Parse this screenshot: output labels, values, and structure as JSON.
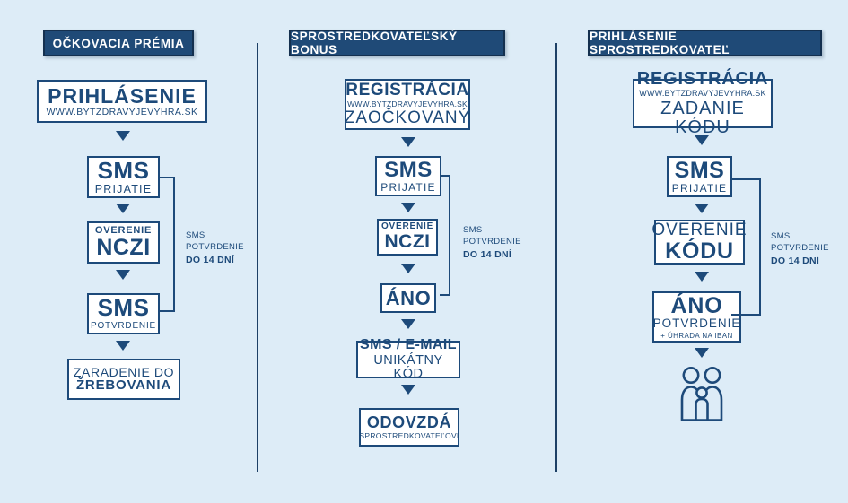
{
  "colors": {
    "background": "#ddecf7",
    "navy": "#1d4a7a",
    "header_fill": "#1f4a77",
    "header_border": "#14304f",
    "box_fill": "#ffffff"
  },
  "columns": [
    {
      "header": "OČKOVACIA PRÉMIA",
      "boxes": {
        "login": {
          "title": "PRIHLÁSENIE",
          "subtitle": "WWW.BYTZDRAVYJEVYHRA.SK"
        },
        "sms_prijatie": {
          "title": "SMS",
          "subtitle": "PRIJATIE"
        },
        "overenie_nczi": {
          "top": "OVERENIE",
          "title": "NCZI"
        },
        "sms_potvrdenie": {
          "title": "SMS",
          "subtitle": "POTVRDENIE"
        },
        "zaradenie": {
          "top": "ZARADENIE DO",
          "title": "ŽREBOVANIA"
        }
      },
      "note": {
        "line1": "SMS POTVRDENIE",
        "line2": "DO 14 DNÍ"
      }
    },
    {
      "header": "SPROSTREDKOVATEĽSKÝ BONUS",
      "boxes": {
        "registracia": {
          "title": "REGISTRÁCIA",
          "subtitle": "WWW.BYTZDRAVYJEVYHRA.SK",
          "bottom": "ZAOČKOVANÝ"
        },
        "sms_prijatie": {
          "title": "SMS",
          "subtitle": "PRIJATIE"
        },
        "overenie_nczi": {
          "top": "OVERENIE",
          "title": "NCZI"
        },
        "ano": {
          "title": "ÁNO"
        },
        "sms_email": {
          "title": "SMS / E-MAIL",
          "subtitle": "UNIKÁTNY KÓD"
        },
        "odovzda": {
          "title": "ODOVZDÁ",
          "subtitle": "SPROSTREDKOVATEĽOVI"
        }
      },
      "note": {
        "line1": "SMS POTVRDENIE",
        "line2": "DO 14 DNÍ"
      }
    },
    {
      "header": "PRIHLÁSENIE SPROSTREDKOVATEĽ",
      "boxes": {
        "registracia": {
          "title": "REGISTRÁCIA",
          "subtitle": "WWW.BYTZDRAVYJEVYHRA.SK",
          "bottom": "ZADANIE KÓDU"
        },
        "sms_prijatie": {
          "title": "SMS",
          "subtitle": "PRIJATIE"
        },
        "overenie_kodu": {
          "top": "OVERENIE",
          "title": "KÓDU"
        },
        "ano": {
          "title": "ÁNO",
          "subtitle": "POTVRDENIE",
          "extra": "+ ÚHRADA NA IBAN"
        }
      },
      "note": {
        "line1": "SMS POTVRDENIE",
        "line2": "DO 14 DNÍ"
      },
      "icon": "family-icon"
    }
  ]
}
